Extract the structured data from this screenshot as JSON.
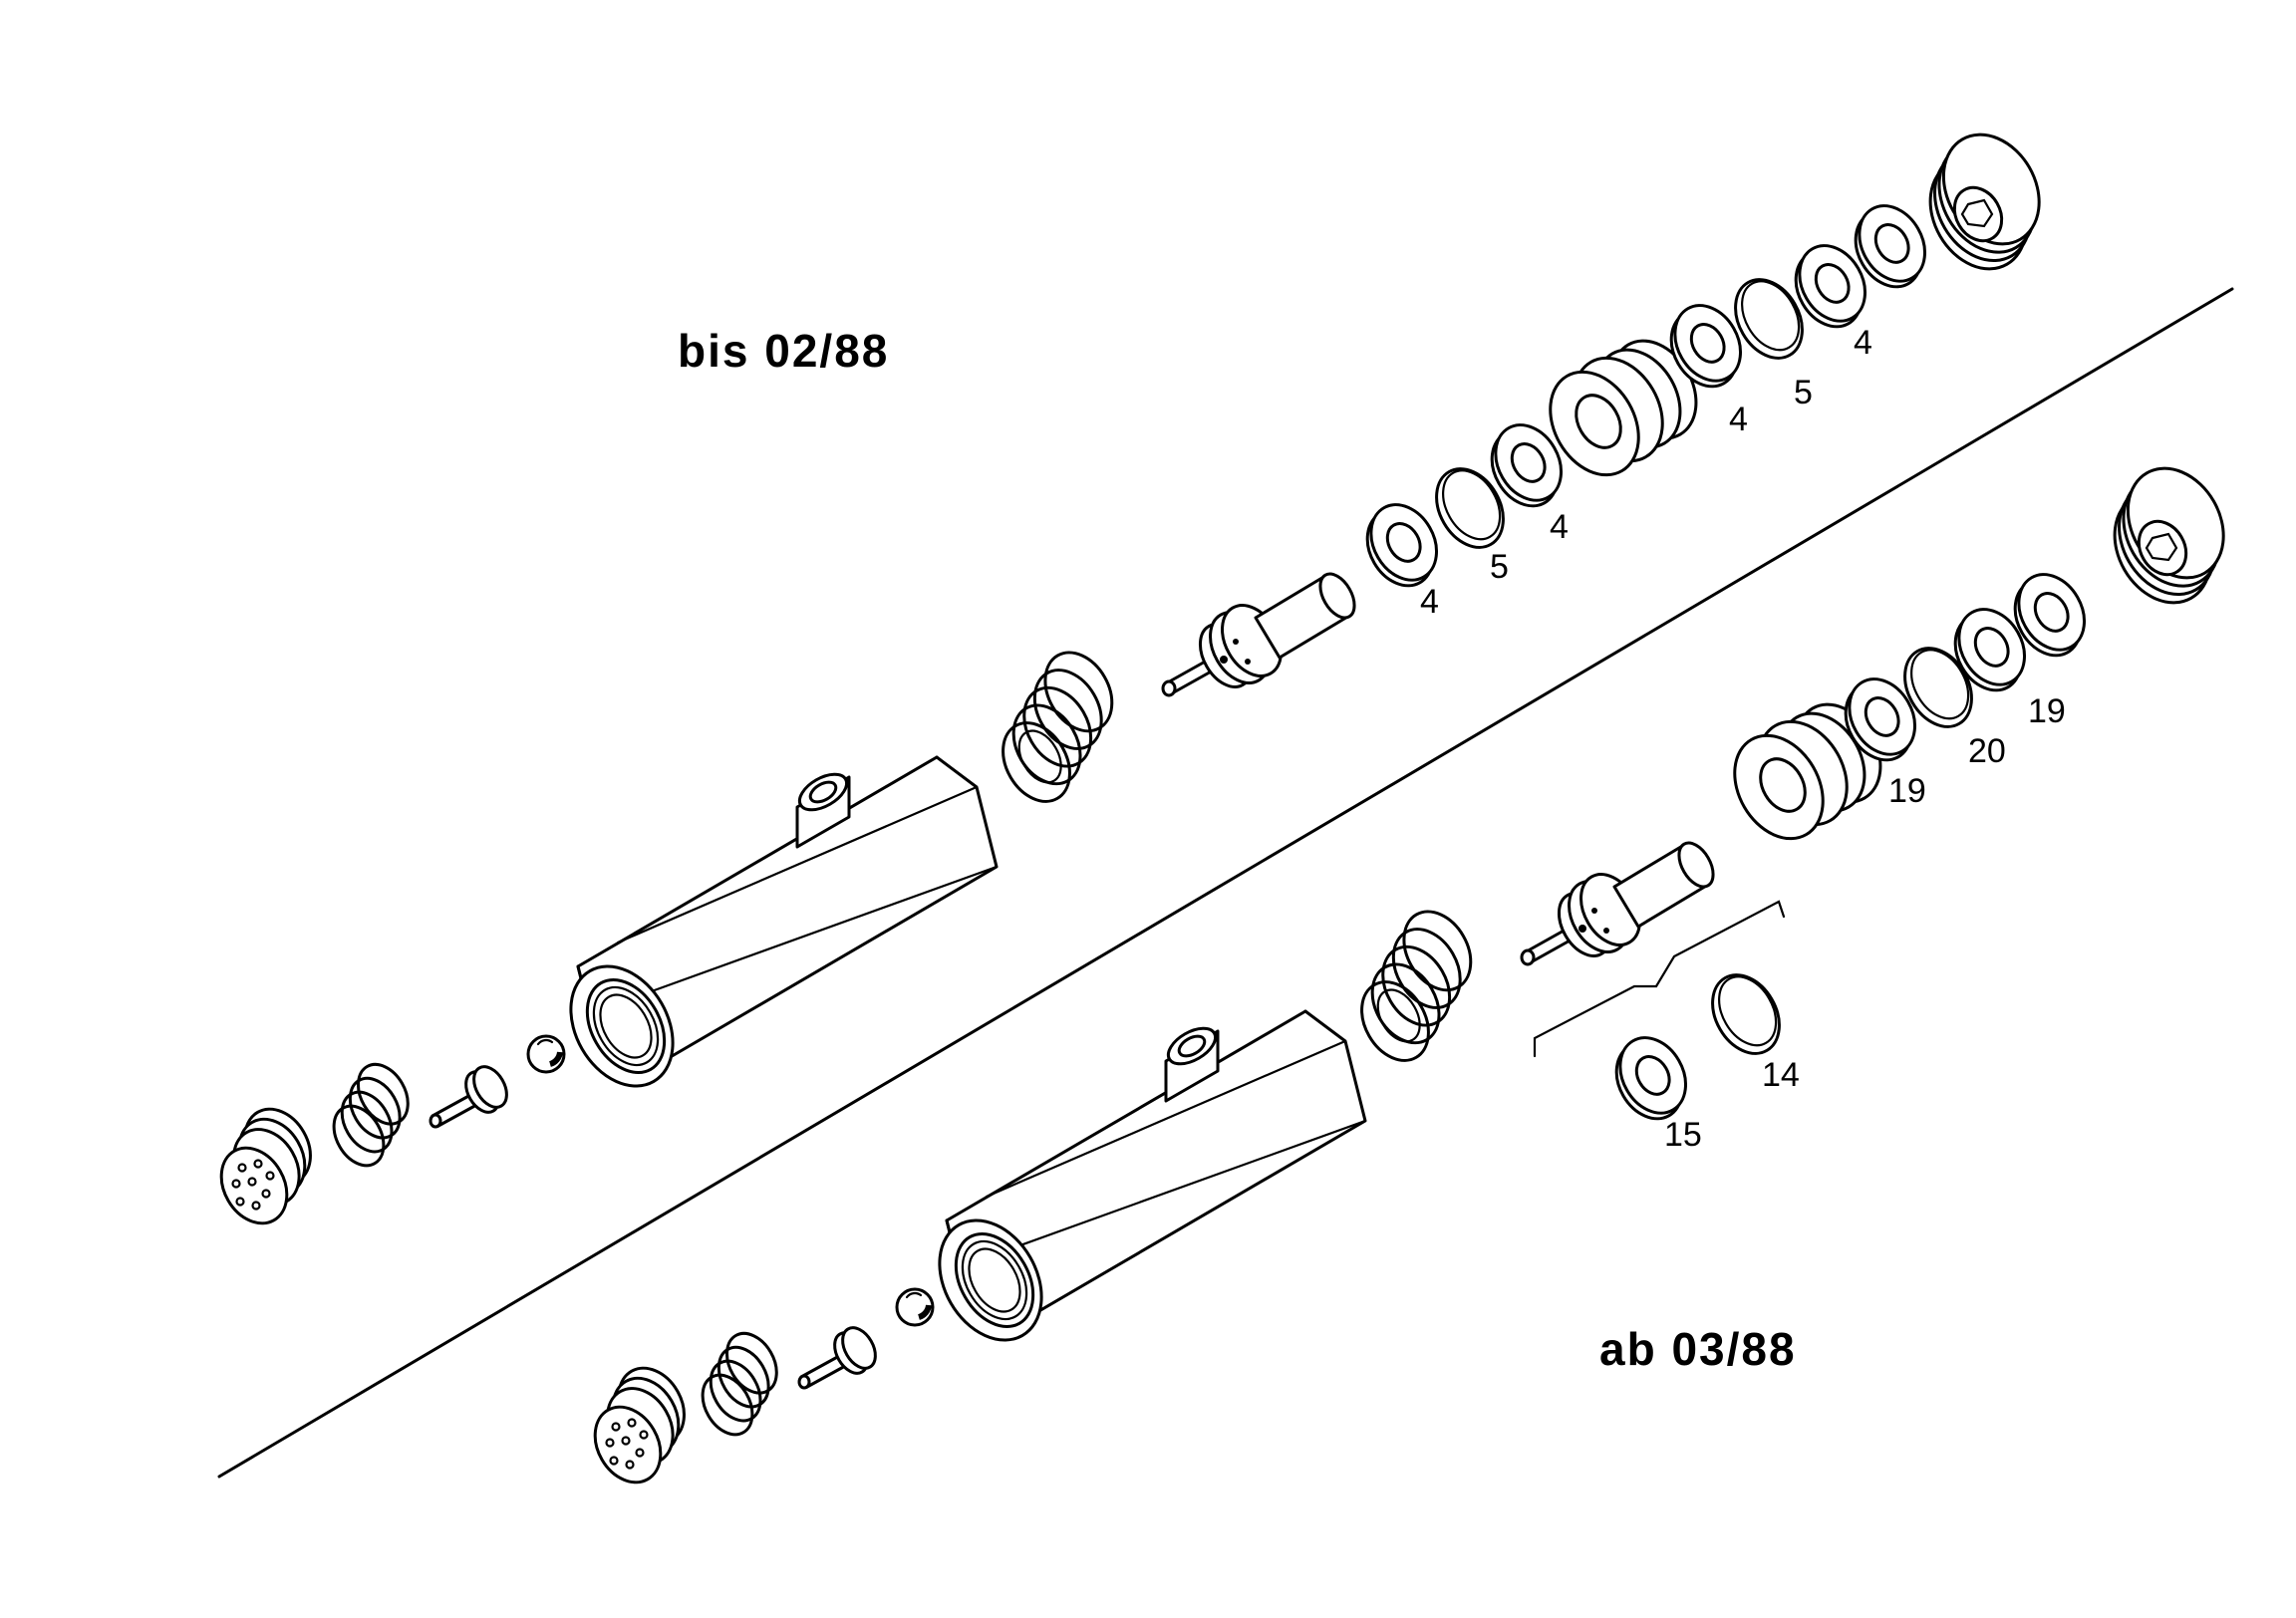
{
  "diagram": {
    "header_old": "bis 02/88",
    "header_new": "ab 03/88",
    "upper_labels": [
      "4",
      "5",
      "4",
      "4",
      "5",
      "4"
    ],
    "lower_labels": [
      "19",
      "20",
      "19",
      "15",
      "14"
    ]
  }
}
